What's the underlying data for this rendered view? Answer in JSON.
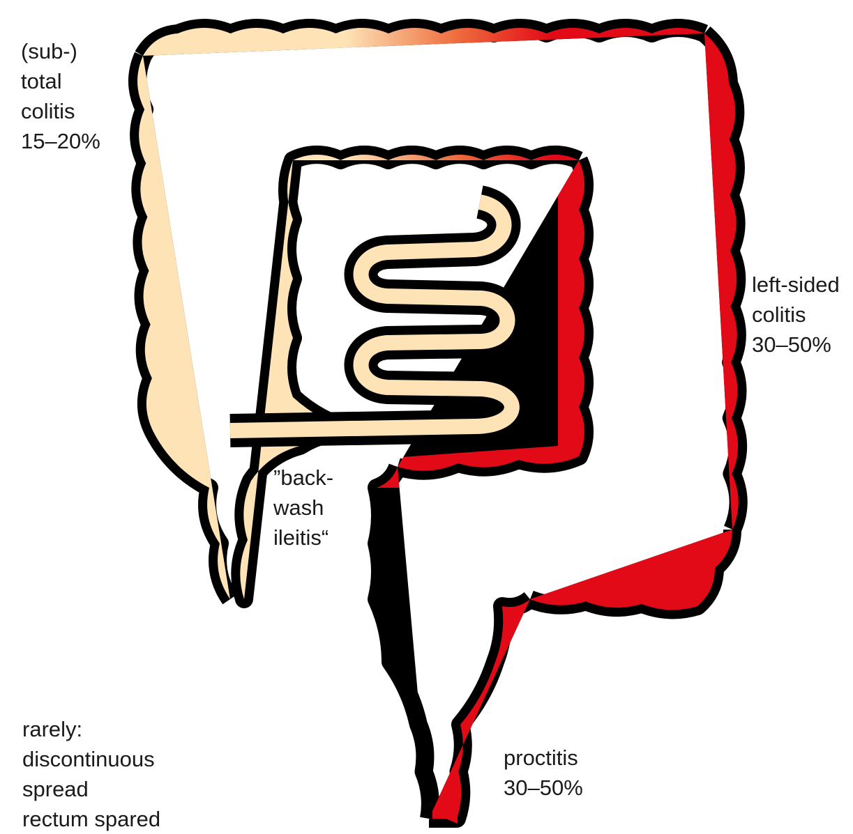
{
  "labels": {
    "total_colitis": [
      "(sub-)",
      "total",
      "colitis",
      "15–20%"
    ],
    "left_sided_colitis": [
      "left-sided",
      "colitis",
      "30–50%"
    ],
    "backwash_ileitis": [
      "”back-",
      "wash",
      "ileitis“"
    ],
    "proctitis": [
      "proctitis",
      "30–50%"
    ],
    "rarely": [
      "rarely:",
      "discontinuous",
      "spread",
      "rectum spared"
    ]
  },
  "colors": {
    "uninvolved_mucosa": "#fde3b6",
    "gradient_mid": "#ee6a3c",
    "inflamed_mucosa": "#e20a16",
    "outline": "#000000",
    "text": "#1a1a1a"
  }
}
